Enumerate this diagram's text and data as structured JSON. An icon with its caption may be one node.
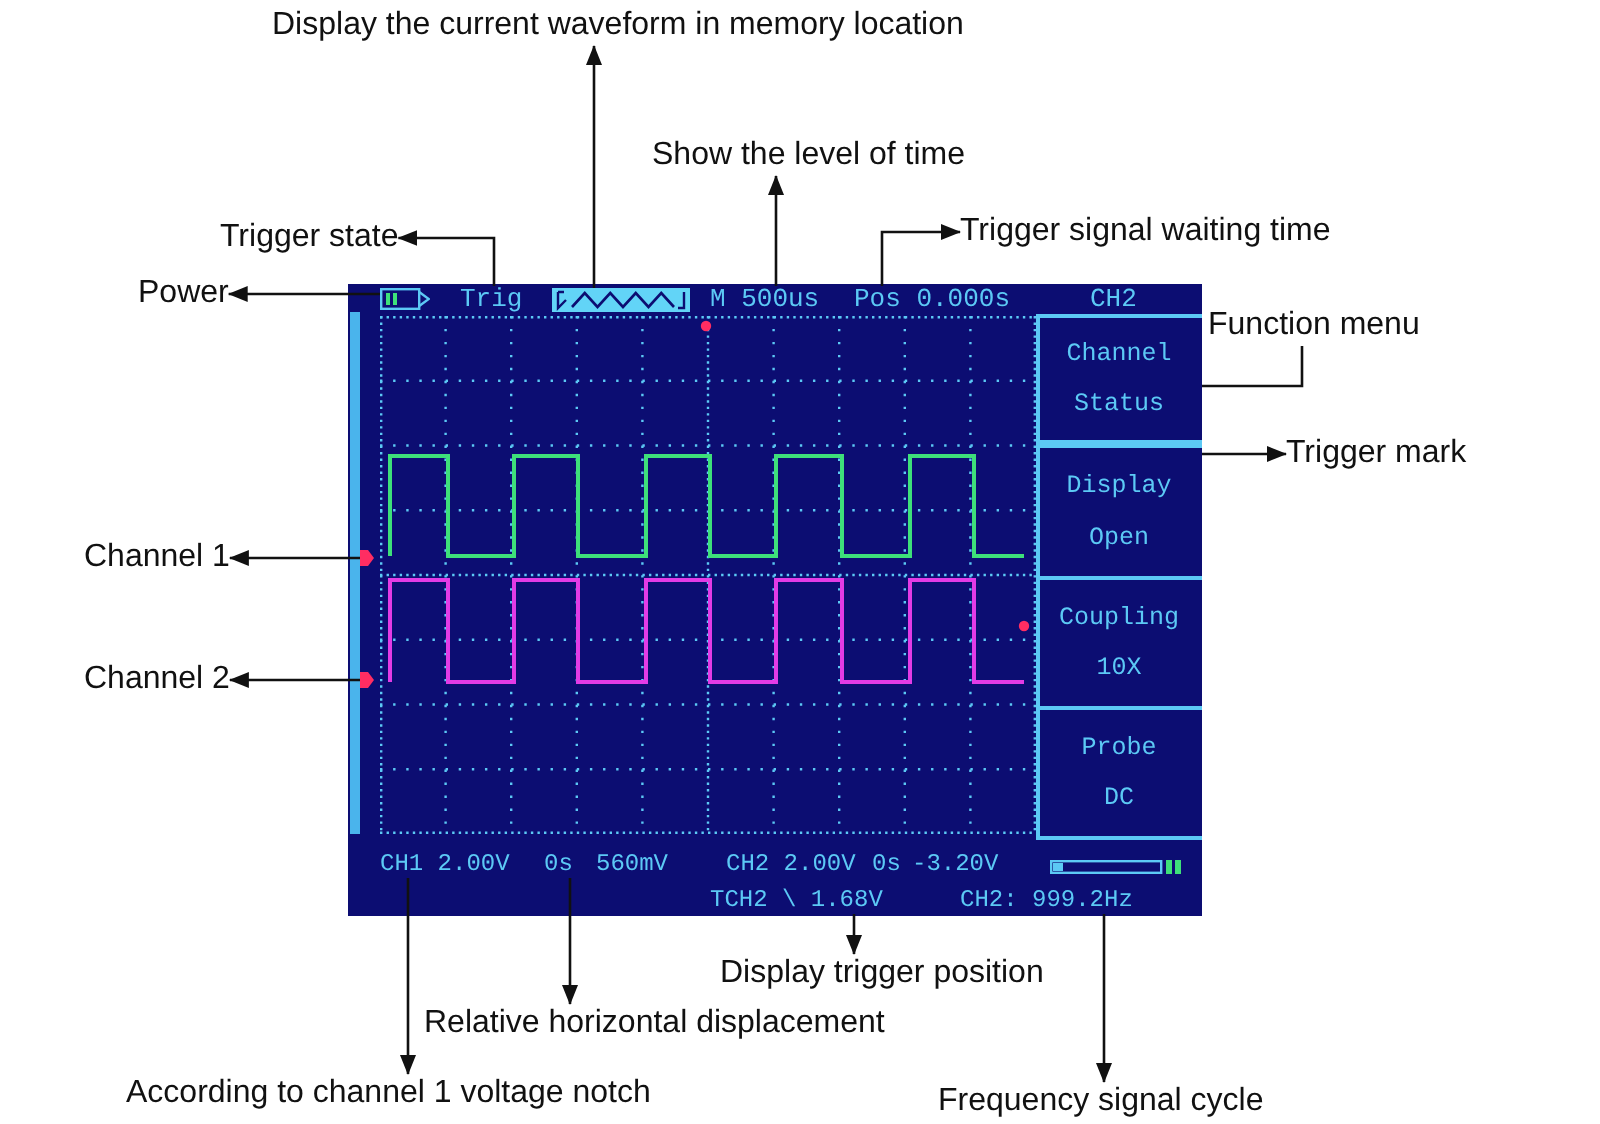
{
  "diagram": {
    "nodes": [
      {
        "text": [
          "Display the current waveform in memory location"
        ]
      },
      {
        "text": [
          "Show the level of time"
        ]
      },
      {
        "text": [
          "Trigger state"
        ]
      },
      {
        "text": [
          "Trigger signal waiting time"
        ]
      },
      {
        "text": [
          "Power"
        ]
      },
      {
        "text": [],
        "shape": "box"
      },
      {
        "text": [],
        "shape": "battery",
        "in": 5
      },
      {
        "text": [
          "Trig"
        ],
        "in": 5
      },
      {
        "text": [],
        "shape": "bar",
        "in": 5
      },
      {
        "text": [
          "M 500us"
        ],
        "in": 5
      },
      {
        "text": [
          "Pos 0.000s"
        ],
        "in": 5
      },
      {
        "text": [
          "CH2"
        ],
        "in": 5
      },
      {
        "text": [
          "Function menu"
        ]
      },
      {
        "text": [],
        "shape": "box",
        "in": 5
      },
      {
        "text": [
          "Channel",
          "Status"
        ],
        "in": 13
      },
      {
        "text": [
          "Trigger mark"
        ]
      },
      {
        "text": [
          "Display",
          "Open"
        ],
        "in": 13
      },
      {
        "text": [
          "Channel 1"
        ]
      },
      {
        "text": [],
        "shape": "marker",
        "in": 5
      },
      {
        "text": [
          "Coupling",
          "10X"
        ],
        "in": 13
      },
      {
        "text": [
          "Channel 2"
        ]
      },
      {
        "text": [],
        "shape": "marker",
        "in": 5
      },
      {
        "text": [
          "Probe",
          "DC"
        ],
        "in": 13
      },
      {
        "text": [
          "CH1 2.00V"
        ],
        "in": 5
      },
      {
        "text": [
          "0s"
        ],
        "in": 5
      },
      {
        "text": [
          "560mV"
        ],
        "in": 5
      },
      {
        "text": [
          "CH2 2.00V"
        ],
        "in": 5
      },
      {
        "text": [
          "0s"
        ],
        "in": 5
      },
      {
        "text": [
          "-3.20V"
        ],
        "in": 5
      },
      {
        "text": [
          "TCH2 \\ 1.68V"
        ],
        "in": 5
      },
      {
        "text": [
          "CH2: 999.2Hz"
        ],
        "in": 5
      },
      {
        "text": [
          "Display trigger position"
        ]
      },
      {
        "text": [
          "Relative horizontal displacement"
        ]
      },
      {
        "text": [
          "According to channel 1 voltage notch"
        ]
      },
      {
        "text": [
          "Frequency signal cycle"
        ]
      }
    ],
    "edges": [
      {
        "from": 8,
        "to": 0,
        "arrow": "to"
      },
      {
        "from": 9,
        "to": 1,
        "arrow": "to"
      },
      {
        "from": 7,
        "to": 2,
        "arrow": "to"
      },
      {
        "from": 10,
        "to": 3,
        "arrow": "to"
      },
      {
        "from": 6,
        "to": 4,
        "arrow": "to"
      },
      {
        "from": 13,
        "to": 12,
        "arrow": "none"
      },
      {
        "from": 5,
        "to": 15,
        "arrow": "to"
      },
      {
        "from": 18,
        "to": 17,
        "arrow": "to"
      },
      {
        "from": 21,
        "to": 20,
        "arrow": "to"
      },
      {
        "from": 29,
        "to": 31,
        "arrow": "to"
      },
      {
        "from": 24,
        "to": 32,
        "arrow": "to"
      },
      {
        "from": 23,
        "to": 33,
        "arrow": "to"
      },
      {
        "from": 30,
        "to": 34,
        "arrow": "to"
      }
    ]
  }
}
